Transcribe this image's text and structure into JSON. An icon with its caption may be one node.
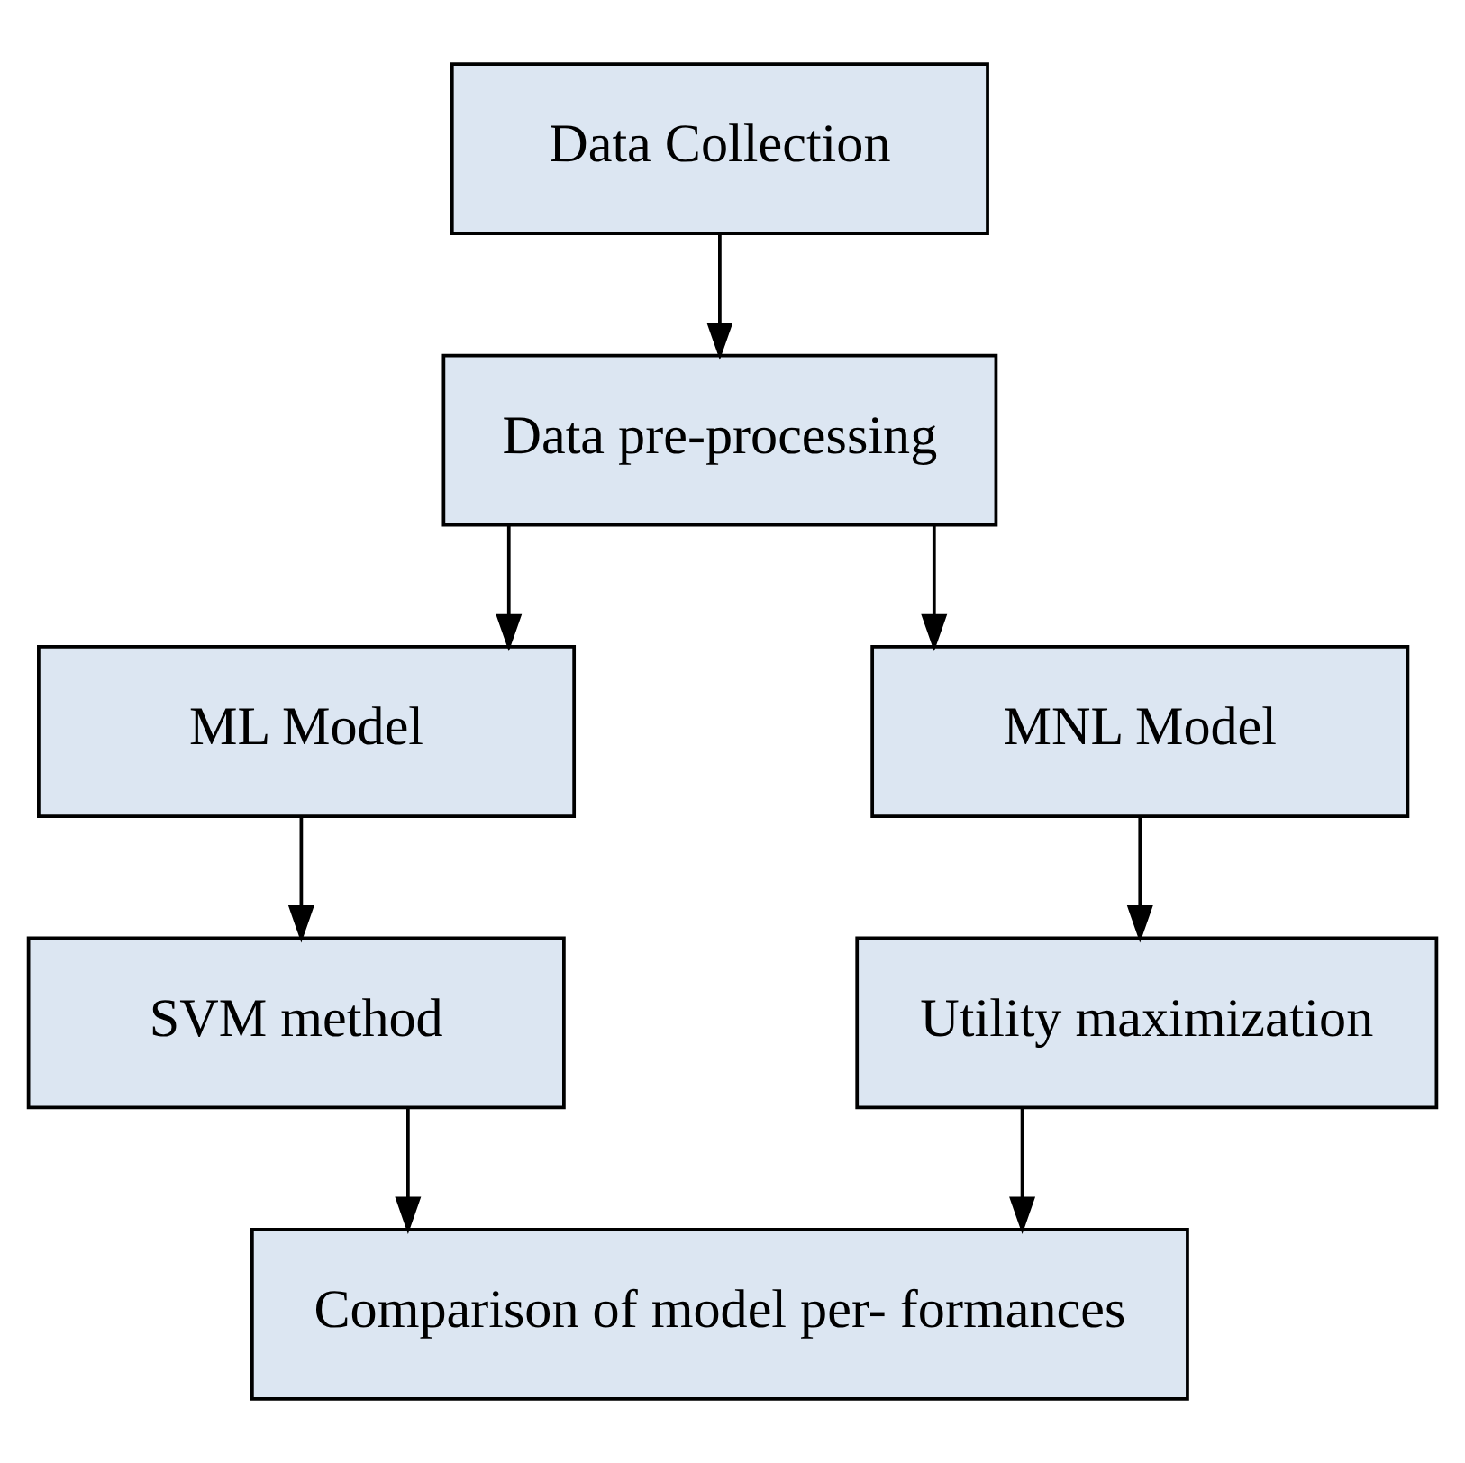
{
  "diagram": {
    "nodes": [
      {
        "text": [
          "Data Collection"
        ]
      },
      {
        "text": [
          "Data pre-processing"
        ]
      },
      {
        "text": [
          "ML Model"
        ]
      },
      {
        "text": [
          "MNL Model"
        ]
      },
      {
        "text": [
          "SVM method"
        ]
      },
      {
        "text": [
          "Utility maximization"
        ]
      },
      {
        "text": [
          "Comparison of model per- formances"
        ]
      }
    ],
    "edges": [
      {
        "from": 0,
        "to": 1,
        "arrow": "to"
      },
      {
        "from": 1,
        "to": 2,
        "arrow": "to"
      },
      {
        "from": 1,
        "to": 3,
        "arrow": "to"
      },
      {
        "from": 2,
        "to": 4,
        "arrow": "to"
      },
      {
        "from": 3,
        "to": 5,
        "arrow": "to"
      },
      {
        "from": 4,
        "to": 6,
        "arrow": "to"
      },
      {
        "from": 5,
        "to": 6,
        "arrow": "to"
      }
    ]
  }
}
